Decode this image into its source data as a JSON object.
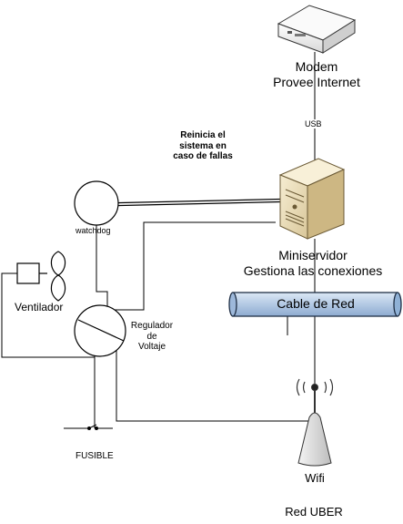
{
  "modem": {
    "line1": "Modem",
    "line2": "Provee Internet"
  },
  "usb_label": "USB",
  "watchdog_note": {
    "line1": "Reinicia el",
    "line2": "sistema en",
    "line3": "caso de fallas"
  },
  "watchdog_label": "watchdog",
  "server": {
    "line1": "Miniservidor",
    "line2": "Gestiona las conexiones"
  },
  "cable_label": "Cable de Red",
  "fan_label": "Ventilador",
  "regulator": {
    "line1": "Regulador",
    "line2": "de",
    "line3": "Voltaje"
  },
  "fuse_label": "FUSIBLE",
  "wifi_label": "Wifi",
  "network_label": "Red UBER",
  "colors": {
    "cable_fill": "#b7cde6",
    "cable_end": "#8fb1d6",
    "server_fill": "#efe3c2",
    "modem_fill": "#f2f2f2"
  }
}
